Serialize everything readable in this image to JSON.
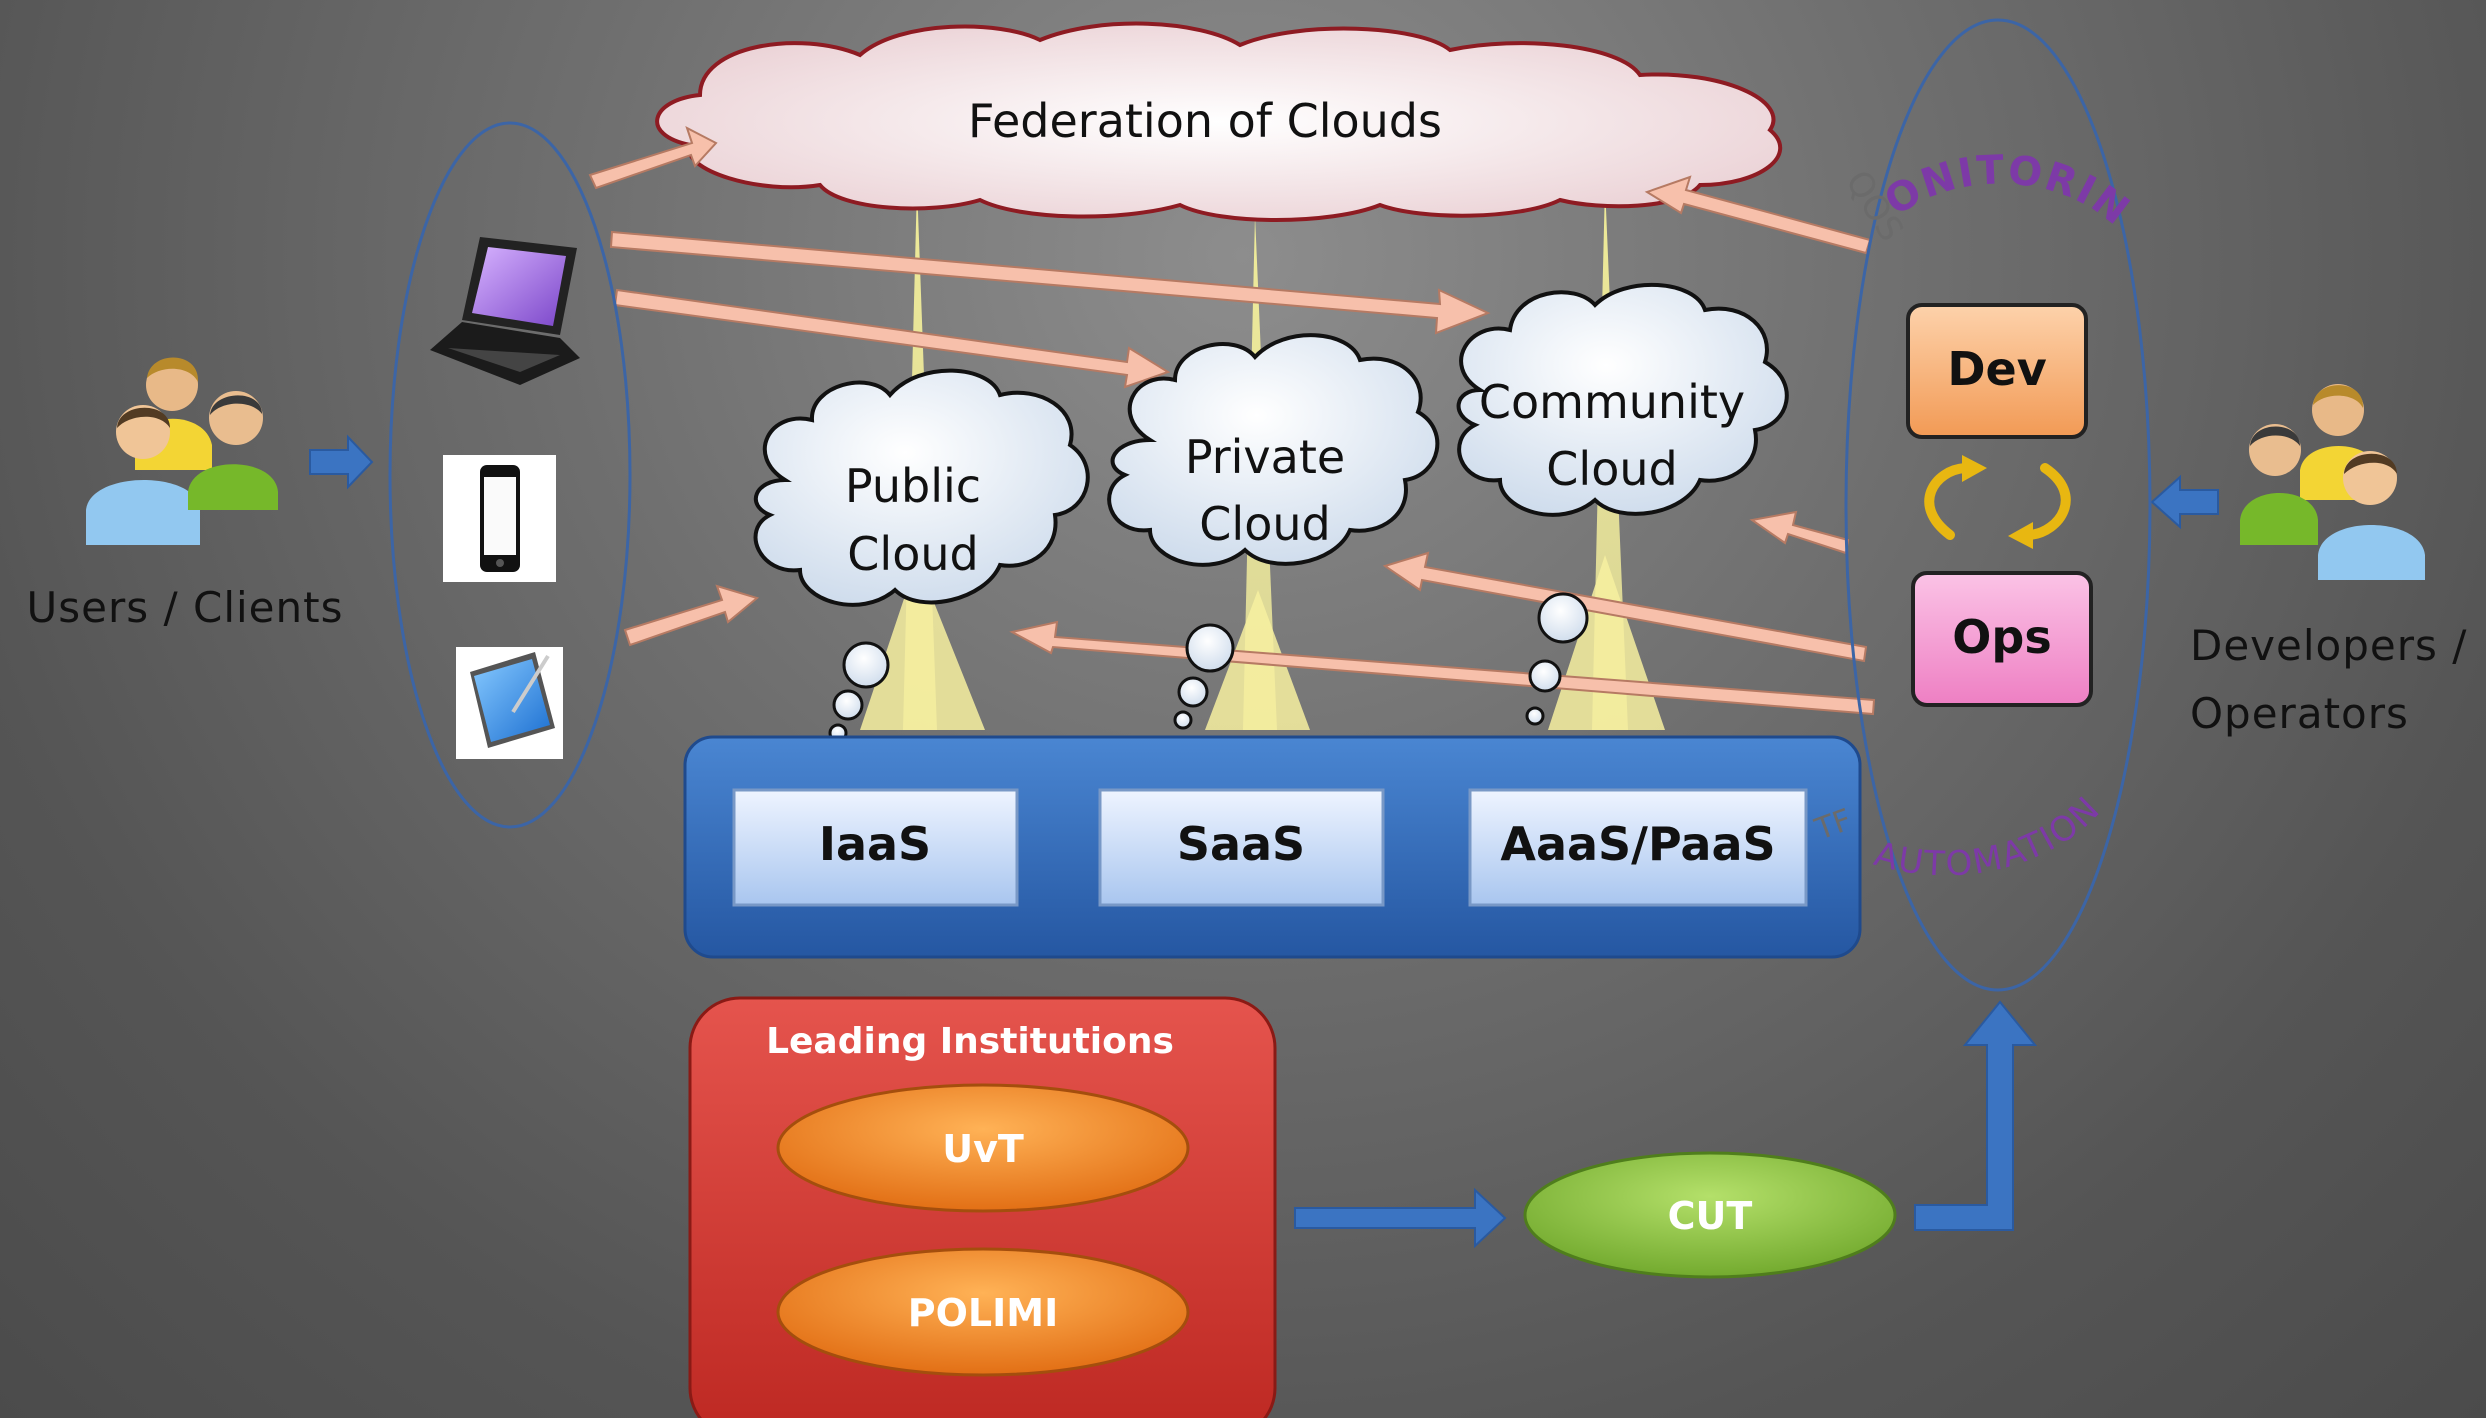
{
  "federation": {
    "label": "Federation of Clouds"
  },
  "clouds": [
    {
      "line1": "Public",
      "line2": "Cloud"
    },
    {
      "line1": "Private",
      "line2": "Cloud"
    },
    {
      "line1": "Community",
      "line2": "Cloud"
    }
  ],
  "services": [
    "IaaS",
    "SaaS",
    "AaaS/PaaS"
  ],
  "users": {
    "label": "Users / Clients"
  },
  "developers": {
    "line1": "Developers /",
    "line2": "Operators"
  },
  "devops": {
    "dev": "Dev",
    "ops": "Ops",
    "monitoring": "MONITORING",
    "automation": "AUTOMATION",
    "qos_fragment": "QOS",
    "tf_fragment": "TF"
  },
  "institutions": {
    "title": "Leading Institutions",
    "members": [
      "UvT",
      "POLIMI"
    ]
  },
  "cut": {
    "label": "CUT"
  },
  "colors": {
    "federation_fill": "#f4e2e4",
    "federation_stroke": "#8e1b22",
    "cloud_fill": "#e6eef8",
    "service_band": "#3168b5",
    "service_box": "#c5d9f5",
    "dev_fill": "#f7b37c",
    "ops_fill": "#f4a4d2",
    "institutions_fill": "#d63a34",
    "member_fill": "#ef7f1f",
    "cut_fill": "#84c038",
    "arrow_salmon": "#f6b9a3",
    "arrow_blue": "#3b74c2",
    "ring_purple": "#7d3aa7"
  },
  "icons": [
    "users-group-icon",
    "laptop-icon",
    "smartphone-icon",
    "tablet-icon",
    "developers-group-icon",
    "cycle-arrows-icon"
  ]
}
